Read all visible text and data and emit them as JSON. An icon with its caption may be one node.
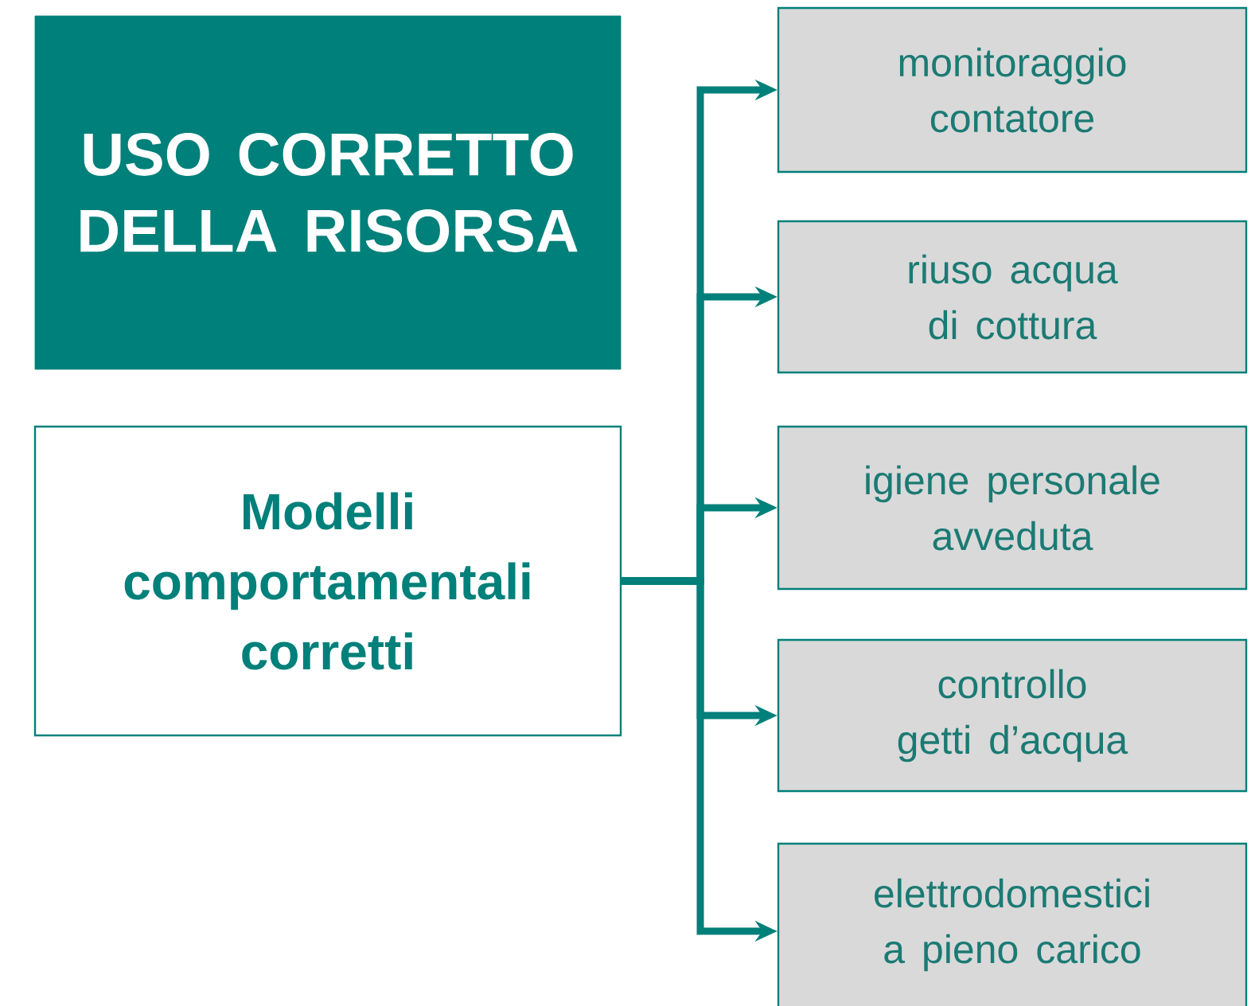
{
  "diagram": {
    "nodes": [
      {
        "text": [
          "USO CORRETTO DELLA RISORSA"
        ]
      },
      {
        "text": [
          "Modelli comportamentali corretti"
        ]
      },
      {
        "text": [
          "monitoraggio contatore"
        ]
      },
      {
        "text": [
          "riuso acqua di cottura"
        ]
      },
      {
        "text": [
          "igiene personale avveduta"
        ]
      },
      {
        "text": [
          "controllo getti d’acqua"
        ]
      },
      {
        "text": [
          "elettrodomestici a pieno carico"
        ]
      }
    ],
    "edges": [
      {
        "from": 1,
        "to": 2,
        "arrow": "to"
      },
      {
        "from": 1,
        "to": 3,
        "arrow": "to"
      },
      {
        "from": 1,
        "to": 4,
        "arrow": "to"
      },
      {
        "from": 1,
        "to": 5,
        "arrow": "to"
      },
      {
        "from": 1,
        "to": 6,
        "arrow": "to"
      }
    ]
  }
}
